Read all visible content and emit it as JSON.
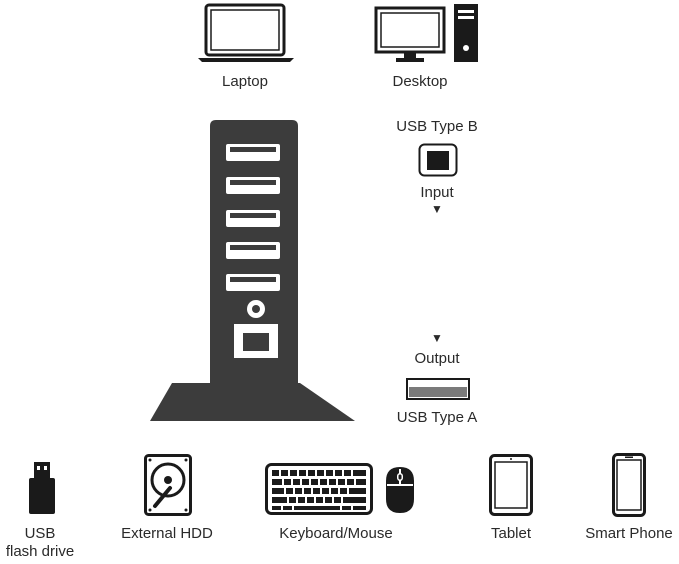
{
  "hosts": {
    "laptop": "Laptop",
    "desktop": "Desktop"
  },
  "ports": {
    "input_type": "USB Type B",
    "input_label": "Input",
    "input_arrow": "▼",
    "output_arrow": "▼",
    "output_label": "Output",
    "output_type": "USB Type A"
  },
  "devices": {
    "usb_line1": "USB",
    "usb_line2": "flash drive",
    "hdd": "External HDD",
    "keyboard_mouse": "Keyboard/Mouse",
    "tablet": "Tablet",
    "phone": "Smart Phone"
  },
  "colors": {
    "hub_body": "#3c3c3c",
    "icon_stroke": "#1a1a1a",
    "usb_a_port": "#7a7a7a"
  }
}
